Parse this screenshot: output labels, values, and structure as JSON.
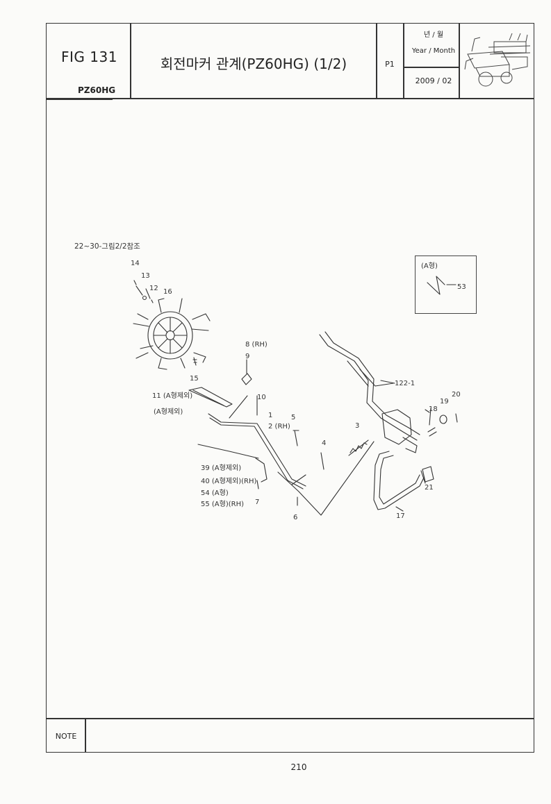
{
  "header": {
    "fig_number": "FIG 131",
    "model_code": "PZ60HG",
    "title": "회전마커 관계(PZ60HG) (1/2)",
    "page_code": "P1",
    "year_month_ko": "년 / 월",
    "year_month_en": "Year / Month",
    "date": "2009 / 02"
  },
  "diagram": {
    "reference_note": "22~30-그림2/2참조",
    "inset_label": "(A형)",
    "part_labels": {
      "p14": "14",
      "p13": "13",
      "p12": "12",
      "p16": "16",
      "p15": "15",
      "p8": "8 (RH)",
      "p9": "9",
      "p11": "11 (A형제외)",
      "p11b": "(A형제외)",
      "p10": "10",
      "p1": "1",
      "p2": "2 (RH)",
      "p5": "5",
      "p3": "3",
      "p4": "4",
      "p122": "122-1",
      "p18": "18",
      "p19": "19",
      "p20": "20",
      "p21": "21",
      "p17": "17",
      "p6": "6",
      "p7": "7",
      "p39": "39 (A형제외)",
      "p40": "40 (A형제외)(RH)",
      "p54": "54 (A형)",
      "p55": "55 (A형)(RH)",
      "p53": "53"
    }
  },
  "footer": {
    "note_label": "NOTE",
    "page_number": "210"
  }
}
